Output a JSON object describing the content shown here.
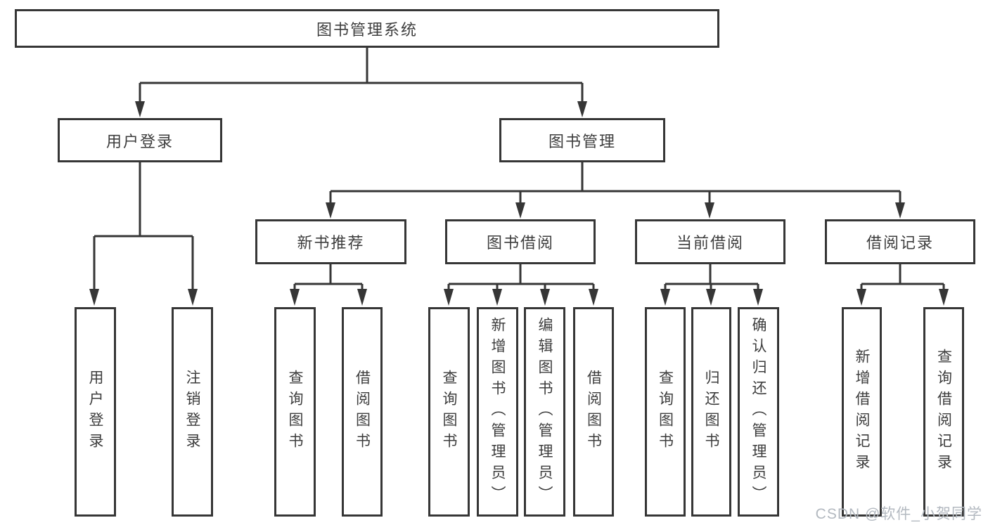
{
  "diagram_title": "图书管理系统",
  "tree": {
    "root": {
      "label": "图书管理系统"
    },
    "branches": [
      {
        "label": "用户登录",
        "children": [
          {
            "label": "用户登录"
          },
          {
            "label": "注销登录"
          }
        ]
      },
      {
        "label": "图书管理",
        "groups": [
          {
            "label": "新书推荐",
            "children": [
              {
                "label": "查询图书"
              },
              {
                "label": "借阅图书"
              }
            ]
          },
          {
            "label": "图书借阅",
            "children": [
              {
                "label": "查询图书"
              },
              {
                "label": "新增图书（管理员）"
              },
              {
                "label": "编辑图书（管理员）"
              },
              {
                "label": "借阅图书"
              }
            ]
          },
          {
            "label": "当前借阅",
            "children": [
              {
                "label": "查询图书"
              },
              {
                "label": "归还图书"
              },
              {
                "label": "确认归还（管理员）"
              }
            ]
          },
          {
            "label": "借阅记录",
            "children": [
              {
                "label": "新增借阅记录"
              },
              {
                "label": "查询借阅记录"
              }
            ]
          }
        ]
      }
    ]
  },
  "watermark": {
    "text": "CSDN @软件_小贺同学"
  },
  "colors": {
    "line": "#363636",
    "text": "#3d3d3d",
    "box_fill": "#ffffff",
    "background": "#ffffff",
    "watermark": "#b3b9c0"
  }
}
